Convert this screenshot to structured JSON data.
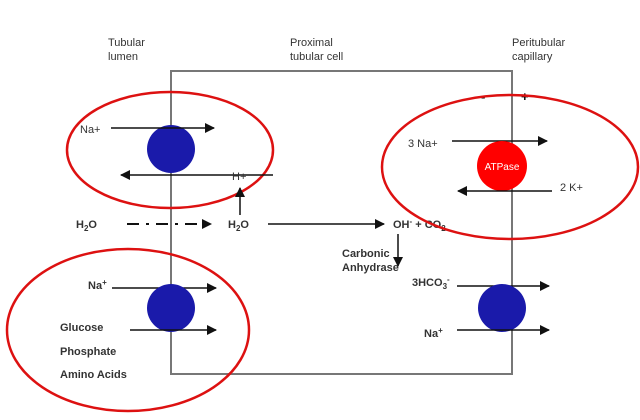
{
  "headers": {
    "lumen": [
      "Tubular",
      "lumen"
    ],
    "cell": [
      "Proximal",
      "tubular cell"
    ],
    "capillary": [
      "Peritubular",
      "capillary"
    ]
  },
  "membrane_signs": {
    "minus": "-",
    "plus": "+"
  },
  "top_left": {
    "na": "Na+",
    "h": "H+"
  },
  "water_row": {
    "h2o_lumen": [
      "H",
      "2",
      "O"
    ],
    "h2o_cell": [
      "H",
      "2",
      "O"
    ],
    "oh_co2": [
      "OH",
      "-",
      " + CO",
      "2"
    ]
  },
  "enzyme": [
    "Carbonic",
    "Anhydrase"
  ],
  "bicarbonate": [
    "3HCO",
    "3",
    "-"
  ],
  "top_right": {
    "na": "3 Na+",
    "atpase": "ATPase",
    "k": "2 K+"
  },
  "bottom_left": {
    "na": [
      "Na",
      "+"
    ],
    "glucose": "Glucose",
    "phosphate": "Phosphate",
    "amino_acids": "Amino Acids"
  },
  "bottom_right": {
    "na": [
      "Na",
      "+"
    ]
  },
  "colors": {
    "transporter": "#1a1aaa",
    "pump": "#ff0000",
    "highlight": "#dd1111",
    "cell_outline": "#777777"
  }
}
